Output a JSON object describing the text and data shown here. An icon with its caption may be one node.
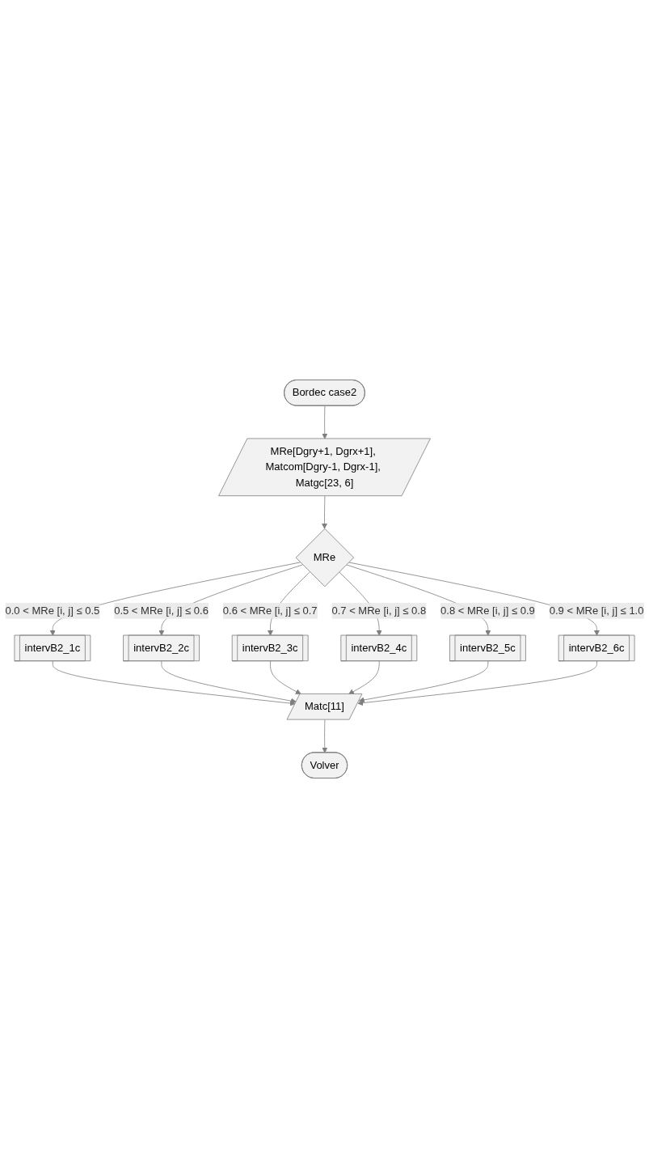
{
  "diagram": {
    "nodes": [
      {
        "text": [
          "Bordec case2"
        ]
      },
      {
        "text": [
          "MRe[Dgry+1, Dgrx+1], Matcom[Dgry-1, Dgrx-1], Matgc[23, 6]"
        ]
      },
      {
        "text": [
          "MRe"
        ]
      },
      {
        "text": [
          "intervB2_1c"
        ]
      },
      {
        "text": [
          "intervB2_2c"
        ]
      },
      {
        "text": [
          "intervB2_3c"
        ]
      },
      {
        "text": [
          "intervB2_4c"
        ]
      },
      {
        "text": [
          "intervB2_5c"
        ]
      },
      {
        "text": [
          "intervB2_6c"
        ]
      },
      {
        "text": [
          "Matc[11]"
        ]
      },
      {
        "text": [
          "Volver"
        ]
      }
    ],
    "edges": [
      {
        "from": 0,
        "to": 1,
        "arrow": "to"
      },
      {
        "from": 1,
        "to": 2,
        "arrow": "to"
      },
      {
        "from": 2,
        "to": 3,
        "arrow": "to",
        "label": "0.0 < MRe [i, j] ≤ 0.5"
      },
      {
        "from": 2,
        "to": 4,
        "arrow": "to",
        "label": "0.5 < MRe [i, j] ≤ 0.6"
      },
      {
        "from": 2,
        "to": 5,
        "arrow": "to",
        "label": "0.6 < MRe [i, j] ≤ 0.7"
      },
      {
        "from": 2,
        "to": 6,
        "arrow": "to",
        "label": "0.7 < MRe [i, j] ≤ 0.8"
      },
      {
        "from": 2,
        "to": 7,
        "arrow": "to",
        "label": "0.8 < MRe [i, j] ≤ 0.9"
      },
      {
        "from": 2,
        "to": 8,
        "arrow": "to",
        "label": "0.9 < MRe [i, j] ≤ 1.0"
      },
      {
        "from": 3,
        "to": 9,
        "arrow": "to"
      },
      {
        "from": 4,
        "to": 9,
        "arrow": "to"
      },
      {
        "from": 5,
        "to": 9,
        "arrow": "to"
      },
      {
        "from": 6,
        "to": 9,
        "arrow": "to"
      },
      {
        "from": 7,
        "to": 9,
        "arrow": "to"
      },
      {
        "from": 8,
        "to": 9,
        "arrow": "to"
      },
      {
        "from": 9,
        "to": 10,
        "arrow": "to"
      }
    ]
  }
}
